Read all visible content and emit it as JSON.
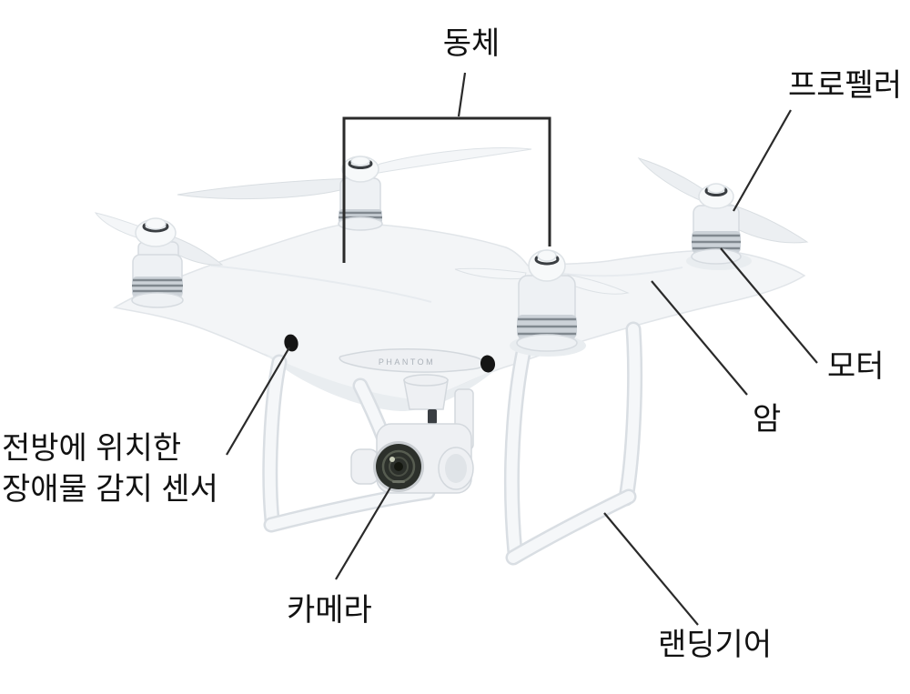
{
  "colors": {
    "background": "#ffffff",
    "label_text": "#111111",
    "leader_line": "#2a2a2a",
    "drone_light": "#f3f5f7",
    "drone_shade": "#e9edf0",
    "drone_edge": "#d9dee2",
    "metal_band": "#80888f",
    "lens_dark": "#2c302b",
    "sensor_dot": "#151515"
  },
  "labels": {
    "fuselage": "동체",
    "propeller": "프로펠러",
    "motor": "모터",
    "arm": "암",
    "front_sensor_line1": "전방에 위치한",
    "front_sensor_line2": "장애물 감지 센서",
    "camera": "카메라",
    "landing_gear": "랜딩기어"
  },
  "drone": {
    "body_marking": "PHANTOM"
  }
}
